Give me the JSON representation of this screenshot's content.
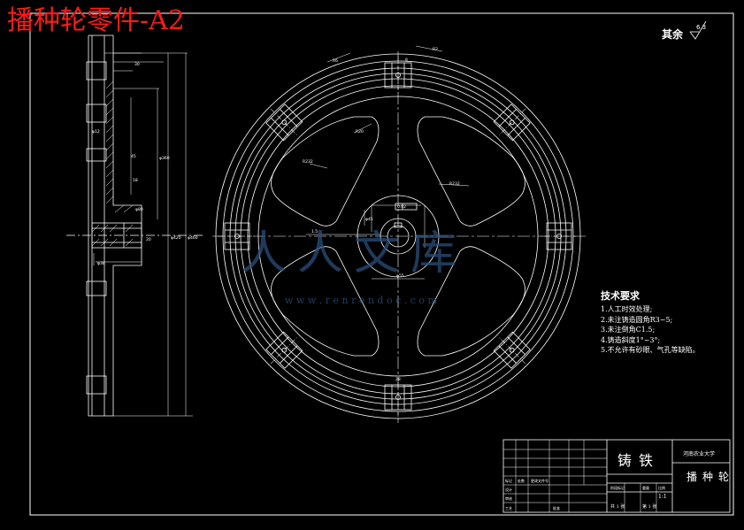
{
  "drawing": {
    "title": "播种轮零件-A2",
    "roughness_note": "其余",
    "roughness_value": "6.3"
  },
  "technical_requirements": {
    "heading": "技术要求",
    "items": [
      "1.人工时效处理;",
      "2.未注铸造圆角R3~5;",
      "3.未注倒角C1.5;",
      "4.铸造斜度1°~3°;",
      "5.不允许有砂眼、气孔等缺陷。"
    ]
  },
  "title_block": {
    "material": "铸铁",
    "part_name": "播种轮",
    "school": "河南农业大学",
    "scale": "1:1",
    "sheet": "第 1 张",
    "sheets_total": "共 1 张"
  },
  "watermark": {
    "brand": "人人文库",
    "url": "w w w . r e n r e n d o c . c o m"
  }
}
